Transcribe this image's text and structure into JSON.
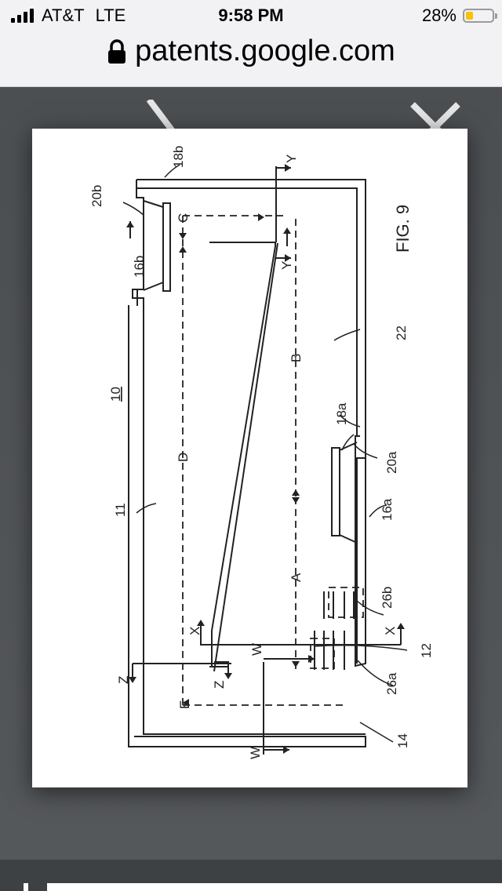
{
  "status": {
    "carrier": "AT&T",
    "network": "LTE",
    "time": "9:58 PM",
    "battery": "28%",
    "battery_level": 0.28
  },
  "browser": {
    "url": "patents.google.com",
    "secure_icon": "lock-icon"
  },
  "viewer": {
    "prev_icon": "chevron-left-icon",
    "close_icon": "close-icon"
  },
  "figure": {
    "fig_label": "FIG. 9",
    "labels": {
      "l10": "10",
      "l11": "11",
      "l12": "12",
      "l14": "14",
      "l16a": "16a",
      "l16b": "16b",
      "l18a": "18a",
      "l18b": "18b",
      "l20a": "20a",
      "l20b": "20b",
      "l22": "22",
      "l26a": "26a",
      "l26b": "26b",
      "A": "A",
      "B": "B",
      "C": "C",
      "D": "D",
      "E": "E",
      "X": "X",
      "Y": "Y",
      "Z": "Z",
      "W": "W"
    }
  }
}
